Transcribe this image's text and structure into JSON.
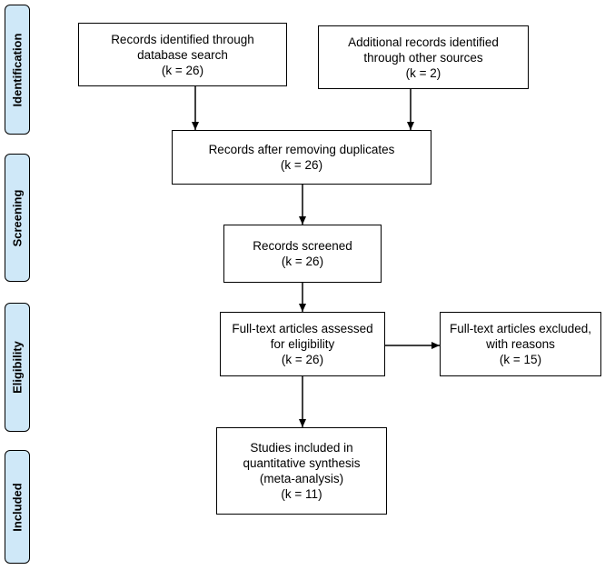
{
  "phases": {
    "identification": "Identification",
    "screening": "Screening",
    "eligibility": "Eligibility",
    "included": "Included"
  },
  "boxes": {
    "database": {
      "line1": "Records identified through",
      "line2": "database search",
      "line3": "(k = 26)"
    },
    "other": {
      "line1": "Additional records identified",
      "line2": "through other sources",
      "line3": "(k = 2)"
    },
    "duplicates": {
      "line1": "Records after removing duplicates",
      "line2": "(k = 26)"
    },
    "screened": {
      "line1": "Records screened",
      "line2": "(k = 26)"
    },
    "fulltext": {
      "line1": "Full-text articles assessed",
      "line2": "for eligibility",
      "line3": "(k = 26)"
    },
    "excluded": {
      "line1": "Full-text articles excluded,",
      "line2": "with reasons",
      "line3": "(k = 15)"
    },
    "included": {
      "line1": "Studies included in",
      "line2": "quantitative synthesis",
      "line3": "(meta-analysis)",
      "line4": "(k = 11)"
    }
  }
}
